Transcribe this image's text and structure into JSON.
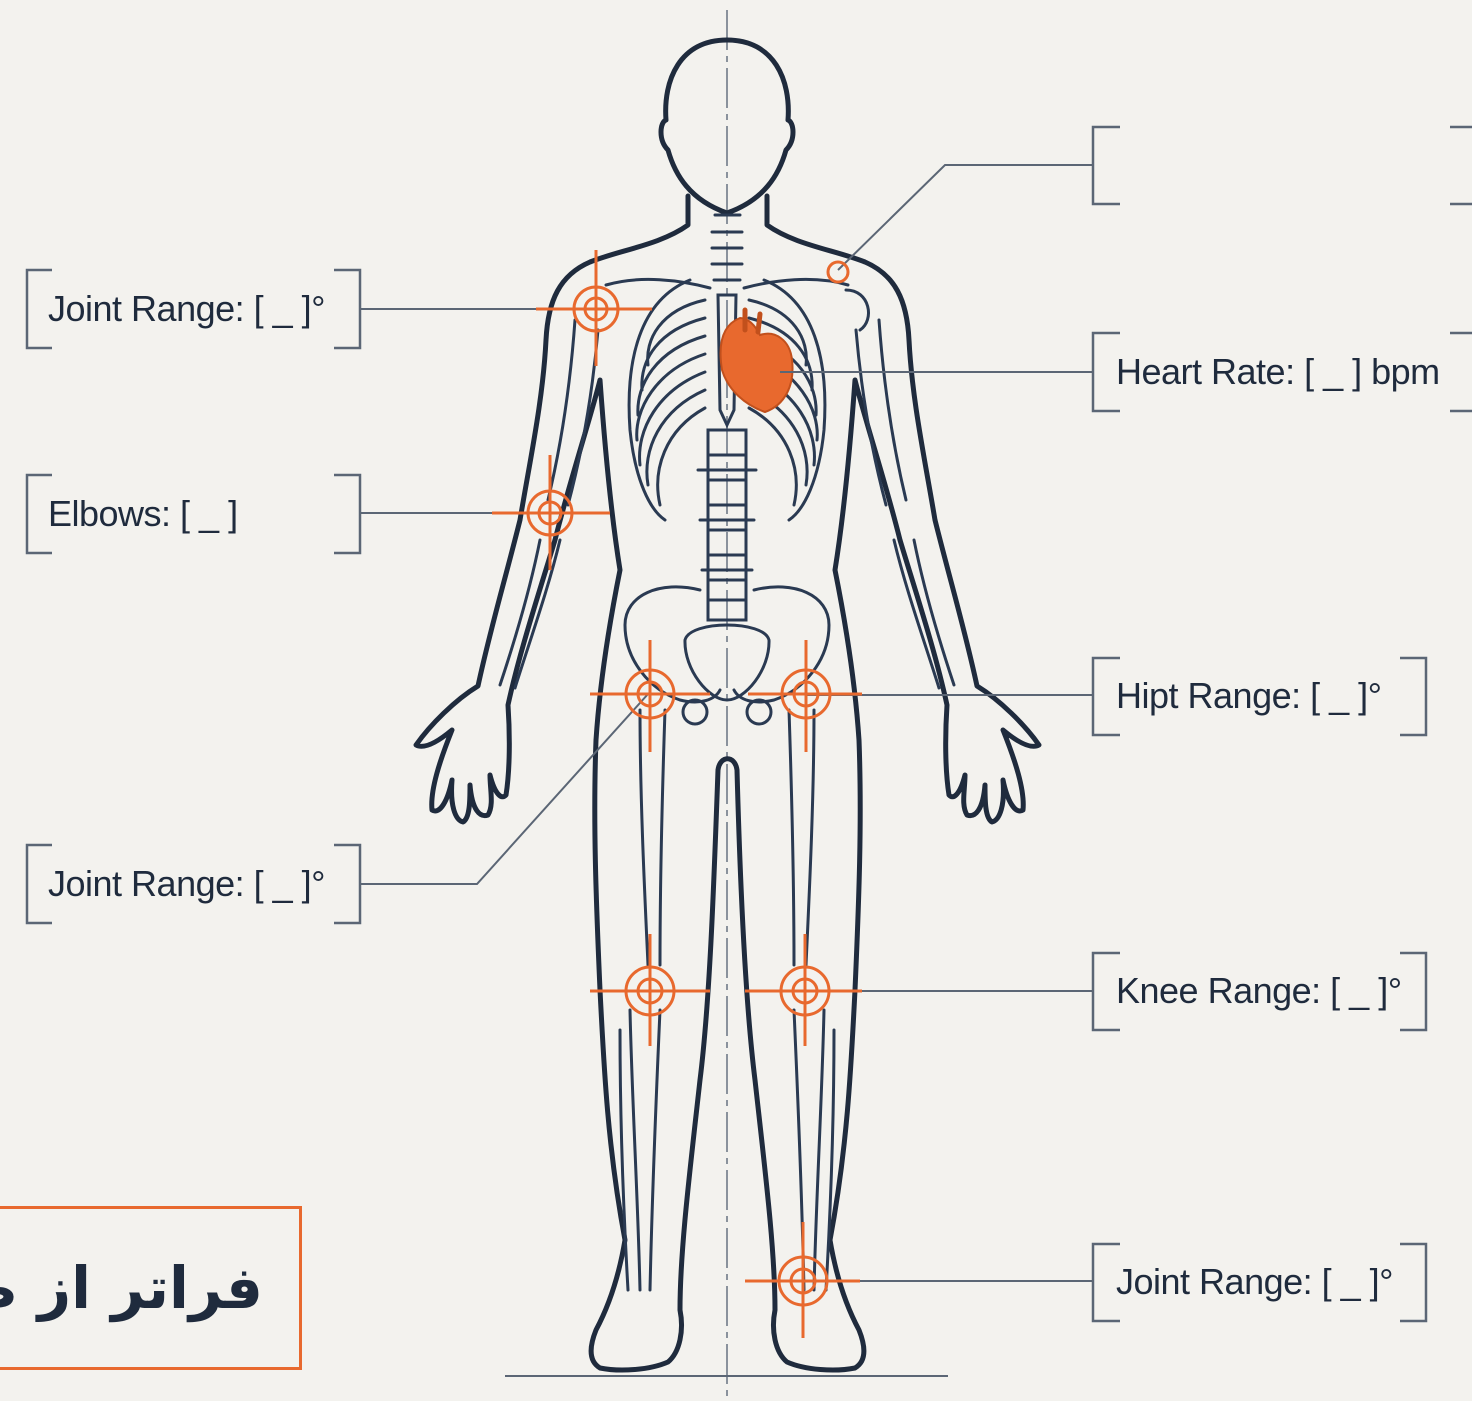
{
  "labels": {
    "shoulder_left": "Joint Range: [ _ ]°",
    "elbows": "Elbows: [ _ ]",
    "hip_left": "Joint Range: [ _ ]°",
    "heart_rate": "Heart Rate: [ _ ] bpm",
    "hip_right": "Hipt Range: [ _ ]°",
    "knee": "Knee Range: [ _ ]°",
    "ankle": "Joint Range: [ _ ]°",
    "shoulder_right": ""
  },
  "title": "فراتر از ظاهر",
  "colors": {
    "background": "#f3f2ee",
    "outline": "#1f2b3d",
    "accent": "#e8692e",
    "leader": "#5b6675"
  }
}
